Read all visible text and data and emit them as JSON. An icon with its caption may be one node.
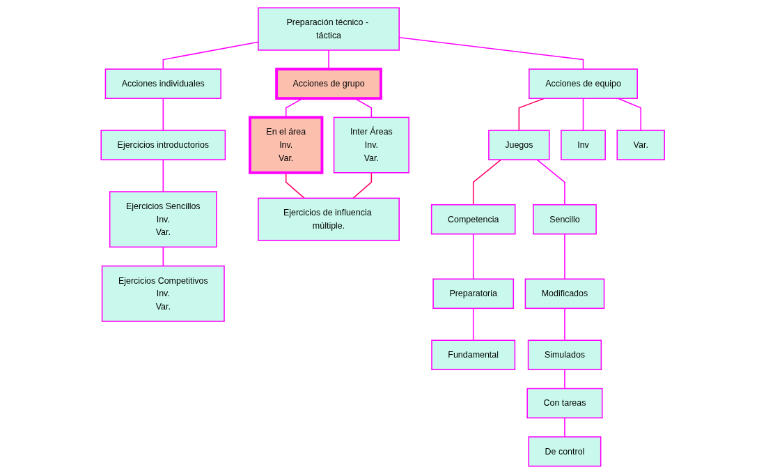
{
  "diagram": {
    "nodes": [
      {
        "text": [
          "Preparación técnico - táctica"
        ]
      },
      {
        "text": [
          "Acciones individuales"
        ]
      },
      {
        "text": [
          "Acciones de grupo"
        ]
      },
      {
        "text": [
          "Acciones de equipo"
        ]
      },
      {
        "text": [
          "Juegos"
        ]
      },
      {
        "text": [
          "Competencia"
        ]
      },
      {
        "text": [
          "Ejercicios introductorios"
        ]
      },
      {
        "text": [
          "Ejercicios Sencillos",
          "Inv.",
          "Var."
        ]
      },
      {
        "text": [
          "Ejercicios Competitivos",
          "Inv.",
          "Var."
        ]
      },
      {
        "text": [
          "En el área",
          "Inv.",
          "Var."
        ]
      },
      {
        "text": [
          "Inter Áreas",
          "Inv.",
          "Var."
        ]
      },
      {
        "text": [
          "Ejercicios de influencia múltiple."
        ]
      },
      {
        "text": [
          "Inv"
        ]
      },
      {
        "text": [
          "Var."
        ]
      },
      {
        "text": [
          "Sencillo"
        ]
      },
      {
        "text": [
          "Modificados"
        ]
      },
      {
        "text": [
          "Simulados"
        ]
      },
      {
        "text": [
          "Con tareas"
        ]
      },
      {
        "text": [
          "De control"
        ]
      },
      {
        "text": [
          "Preparatoria"
        ]
      },
      {
        "text": [
          "Fundamental"
        ]
      }
    ],
    "edges": [
      {
        "from": 0,
        "to": 1,
        "arrow": "none"
      },
      {
        "from": 0,
        "to": 2,
        "arrow": "none"
      },
      {
        "from": 0,
        "to": 3,
        "arrow": "none"
      },
      {
        "from": 3,
        "to": 4,
        "arrow": "none",
        "color": "#ff0066"
      },
      {
        "from": 4,
        "to": 5,
        "arrow": "none",
        "color": "#ff0066"
      },
      {
        "from": 1,
        "to": 6,
        "arrow": "none"
      },
      {
        "from": 6,
        "to": 7,
        "arrow": "none"
      },
      {
        "from": 7,
        "to": 8,
        "arrow": "none"
      },
      {
        "from": 2,
        "to": 9,
        "arrow": "none"
      },
      {
        "from": 2,
        "to": 10,
        "arrow": "none"
      },
      {
        "from": 9,
        "to": 11,
        "arrow": "none",
        "color": "#ff0066"
      },
      {
        "from": 10,
        "to": 11,
        "arrow": "none",
        "color": "#ff0066"
      },
      {
        "from": 3,
        "to": 12,
        "arrow": "none"
      },
      {
        "from": 3,
        "to": 13,
        "arrow": "none"
      },
      {
        "from": 4,
        "to": 14,
        "arrow": "none"
      },
      {
        "from": 14,
        "to": 15,
        "arrow": "none"
      },
      {
        "from": 15,
        "to": 16,
        "arrow": "none"
      },
      {
        "from": 16,
        "to": 17,
        "arrow": "none"
      },
      {
        "from": 17,
        "to": 18,
        "arrow": "none"
      },
      {
        "from": 5,
        "to": 19,
        "arrow": "none"
      },
      {
        "from": 19,
        "to": 20,
        "arrow": "none"
      }
    ]
  }
}
